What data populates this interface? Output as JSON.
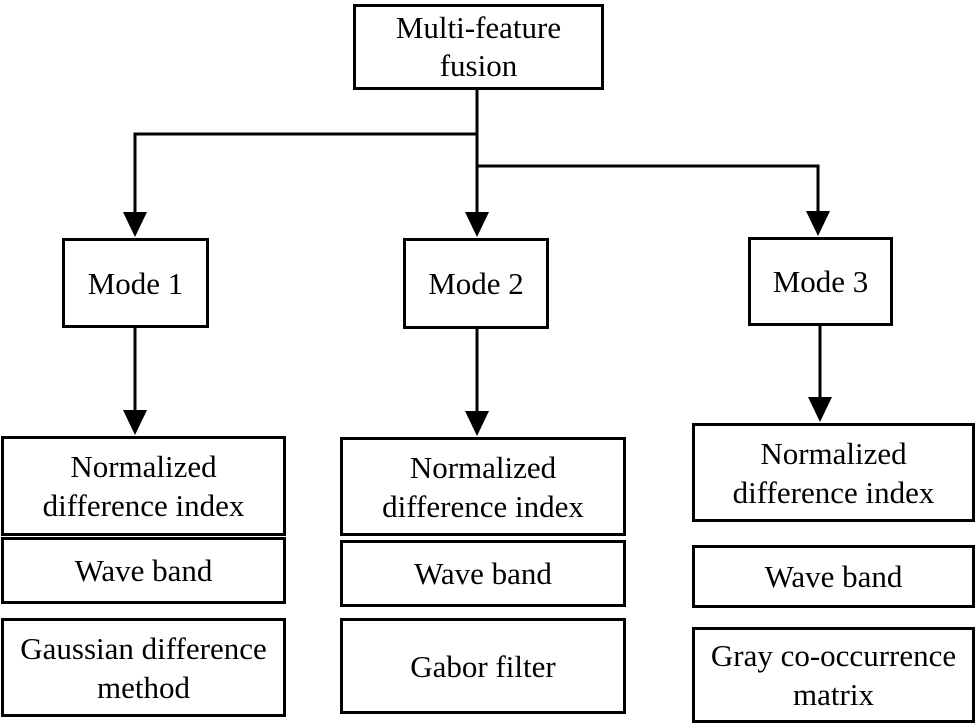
{
  "figure": {
    "background_color": "#ffffff",
    "line_color": "#000000",
    "box_fill_color": "#ffffff",
    "text_color": "#000000"
  },
  "root": {
    "label": "Multi-feature\nfusion"
  },
  "modes": [
    {
      "label": "Mode 1",
      "features": [
        {
          "label": "Normalized\ndifference index"
        },
        {
          "label": "Wave band"
        },
        {
          "label": "Gaussian difference\nmethod"
        }
      ]
    },
    {
      "label": "Mode 2",
      "features": [
        {
          "label": "Normalized\ndifference index"
        },
        {
          "label": "Wave band"
        },
        {
          "label": "Gabor filter"
        }
      ]
    },
    {
      "label": "Mode 3",
      "features": [
        {
          "label": "Normalized\ndifference index"
        },
        {
          "label": "Wave band"
        },
        {
          "label": "Gray co-occurrence\nmatrix"
        }
      ]
    }
  ]
}
